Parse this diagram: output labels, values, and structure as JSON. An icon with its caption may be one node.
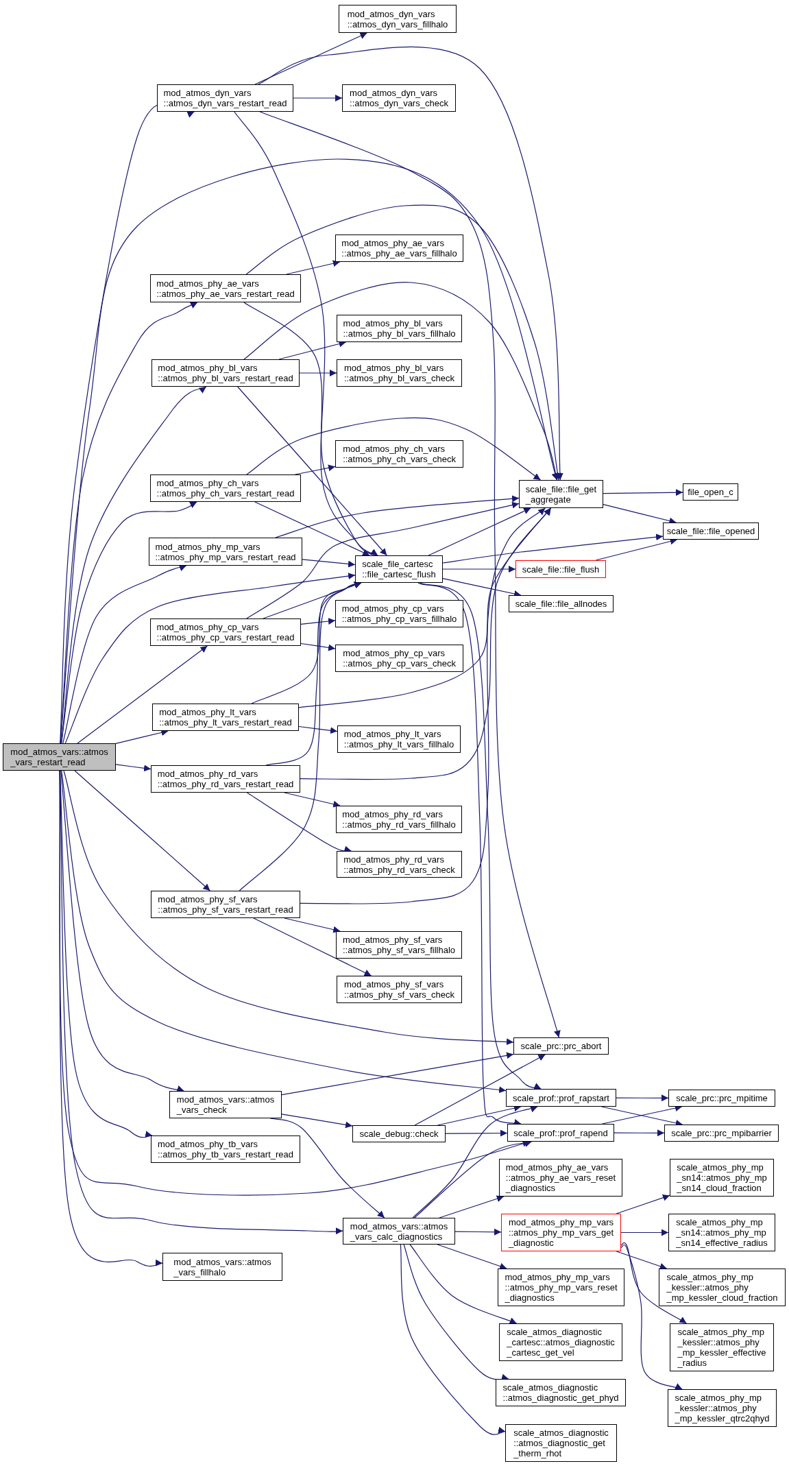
{
  "diagram": {
    "nodes": [
      {
        "text": [
          "mod_atmos_vars::atmos _vars_restart_read"
        ]
      },
      {
        "text": [
          "mod_atmos_dyn_vars ::atmos_dyn_vars_restart_read"
        ]
      },
      {
        "text": [
          "mod_atmos_dyn_vars ::atmos_dyn_vars_fillhalo"
        ]
      },
      {
        "text": [
          "mod_atmos_dyn_vars ::atmos_dyn_vars_check"
        ]
      },
      {
        "text": [
          "mod_atmos_phy_ae_vars ::atmos_phy_ae_vars_restart_read"
        ]
      },
      {
        "text": [
          "mod_atmos_phy_ae_vars ::atmos_phy_ae_vars_fillhalo"
        ]
      },
      {
        "text": [
          "mod_atmos_phy_bl_vars ::atmos_phy_bl_vars_restart_read"
        ]
      },
      {
        "text": [
          "mod_atmos_phy_bl_vars ::atmos_phy_bl_vars_fillhalo"
        ]
      },
      {
        "text": [
          "mod_atmos_phy_bl_vars ::atmos_phy_bl_vars_check"
        ]
      },
      {
        "text": [
          "mod_atmos_phy_ch_vars ::atmos_phy_ch_vars_restart_read"
        ]
      },
      {
        "text": [
          "mod_atmos_phy_ch_vars ::atmos_phy_ch_vars_check"
        ]
      },
      {
        "text": [
          "mod_atmos_phy_mp_vars ::atmos_phy_mp_vars_restart_read"
        ]
      },
      {
        "text": [
          "mod_atmos_phy_cp_vars ::atmos_phy_cp_vars_restart_read"
        ]
      },
      {
        "text": [
          "mod_atmos_phy_cp_vars ::atmos_phy_cp_vars_fillhalo"
        ]
      },
      {
        "text": [
          "mod_atmos_phy_cp_vars ::atmos_phy_cp_vars_check"
        ]
      },
      {
        "text": [
          "mod_atmos_phy_lt_vars ::atmos_phy_lt_vars_restart_read"
        ]
      },
      {
        "text": [
          "mod_atmos_phy_lt_vars ::atmos_phy_lt_vars_fillhalo"
        ]
      },
      {
        "text": [
          "mod_atmos_phy_rd_vars ::atmos_phy_rd_vars_restart_read"
        ]
      },
      {
        "text": [
          "mod_atmos_phy_rd_vars ::atmos_phy_rd_vars_fillhalo"
        ]
      },
      {
        "text": [
          "mod_atmos_phy_rd_vars ::atmos_phy_rd_vars_check"
        ]
      },
      {
        "text": [
          "mod_atmos_phy_sf_vars ::atmos_phy_sf_vars_restart_read"
        ]
      },
      {
        "text": [
          "mod_atmos_phy_sf_vars ::atmos_phy_sf_vars_fillhalo"
        ]
      },
      {
        "text": [
          "mod_atmos_phy_sf_vars ::atmos_phy_sf_vars_check"
        ]
      },
      {
        "text": [
          "mod_atmos_vars::atmos _vars_check"
        ]
      },
      {
        "text": [
          "mod_atmos_phy_tb_vars ::atmos_phy_tb_vars_restart_read"
        ]
      },
      {
        "text": [
          "mod_atmos_vars::atmos _vars_calc_diagnostics"
        ]
      },
      {
        "text": [
          "mod_atmos_vars::atmos _vars_fillhalo"
        ]
      },
      {
        "text": [
          "scale_file_cartesc ::file_cartesc_flush"
        ]
      },
      {
        "text": [
          "scale_file::file_get _aggregate"
        ]
      },
      {
        "text": [
          "file_open_c"
        ]
      },
      {
        "text": [
          "scale_file::file_opened"
        ]
      },
      {
        "text": [
          "scale_file::file_flush"
        ]
      },
      {
        "text": [
          "scale_file::file_allnodes"
        ]
      },
      {
        "text": [
          "scale_prc::prc_abort"
        ]
      },
      {
        "text": [
          "scale_prof::prof_rapstart"
        ]
      },
      {
        "text": [
          "scale_prc::prc_mpitime"
        ]
      },
      {
        "text": [
          "scale_debug::check"
        ]
      },
      {
        "text": [
          "scale_prof::prof_rapend"
        ]
      },
      {
        "text": [
          "scale_prc::prc_mpibarrier"
        ]
      },
      {
        "text": [
          "mod_atmos_phy_ae_vars ::atmos_phy_ae_vars_reset _diagnostics"
        ]
      },
      {
        "text": [
          "mod_atmos_phy_mp_vars ::atmos_phy_mp_vars_get _diagnostic"
        ]
      },
      {
        "text": [
          "scale_atmos_phy_mp _sn14::atmos_phy_mp _sn14_cloud_fraction"
        ]
      },
      {
        "text": [
          "scale_atmos_phy_mp _sn14::atmos_phy_mp _sn14_effective_radius"
        ]
      },
      {
        "text": [
          "scale_atmos_phy_mp _kessler::atmos_phy _mp_kessler_cloud_fraction"
        ]
      },
      {
        "text": [
          "scale_atmos_phy_mp _kessler::atmos_phy _mp_kessler_effective _radius"
        ]
      },
      {
        "text": [
          "scale_atmos_phy_mp _kessler::atmos_phy _mp_kessler_qtrc2qhyd"
        ]
      },
      {
        "text": [
          "mod_atmos_phy_mp_vars ::atmos_phy_mp_vars_reset _diagnostics"
        ]
      },
      {
        "text": [
          "scale_atmos_diagnostic _cartesc::atmos_diagnostic _cartesc_get_vel"
        ]
      },
      {
        "text": [
          "scale_atmos_diagnostic ::atmos_diagnostic_get_phyd"
        ]
      },
      {
        "text": [
          "scale_atmos_diagnostic ::atmos_diagnostic_get _therm_rhot"
        ]
      }
    ],
    "edges": [
      {
        "from": 0,
        "to": 1,
        "arrow": "to"
      },
      {
        "from": 0,
        "to": 28,
        "arrow": "to"
      },
      {
        "from": 0,
        "to": 4,
        "arrow": "to"
      },
      {
        "from": 0,
        "to": 6,
        "arrow": "to"
      },
      {
        "from": 0,
        "to": 9,
        "arrow": "to"
      },
      {
        "from": 0,
        "to": 11,
        "arrow": "to"
      },
      {
        "from": 0,
        "to": 27,
        "arrow": "to"
      },
      {
        "from": 0,
        "to": 12,
        "arrow": "to"
      },
      {
        "from": 0,
        "to": 15,
        "arrow": "to"
      },
      {
        "from": 0,
        "to": 17,
        "arrow": "to"
      },
      {
        "from": 0,
        "to": 20,
        "arrow": "to"
      },
      {
        "from": 0,
        "to": 33,
        "arrow": "to"
      },
      {
        "from": 0,
        "to": 34,
        "arrow": "to"
      },
      {
        "from": 0,
        "to": 23,
        "arrow": "to"
      },
      {
        "from": 0,
        "to": 24,
        "arrow": "to"
      },
      {
        "from": 0,
        "to": 37,
        "arrow": "to"
      },
      {
        "from": 0,
        "to": 25,
        "arrow": "to"
      },
      {
        "from": 0,
        "to": 26,
        "arrow": "to"
      },
      {
        "from": 1,
        "to": 2,
        "arrow": "to"
      },
      {
        "from": 1,
        "to": 3,
        "arrow": "to"
      },
      {
        "from": 1,
        "to": 28,
        "arrow": "to"
      },
      {
        "from": 1,
        "to": 27,
        "arrow": "to"
      },
      {
        "from": 1,
        "to": 33,
        "arrow": "to"
      },
      {
        "from": 4,
        "to": 5,
        "arrow": "to"
      },
      {
        "from": 4,
        "to": 28,
        "arrow": "to"
      },
      {
        "from": 4,
        "to": 27,
        "arrow": "to"
      },
      {
        "from": 6,
        "to": 7,
        "arrow": "to"
      },
      {
        "from": 6,
        "to": 8,
        "arrow": "to"
      },
      {
        "from": 6,
        "to": 28,
        "arrow": "to"
      },
      {
        "from": 6,
        "to": 27,
        "arrow": "to"
      },
      {
        "from": 9,
        "to": 10,
        "arrow": "to"
      },
      {
        "from": 9,
        "to": 28,
        "arrow": "to"
      },
      {
        "from": 9,
        "to": 27,
        "arrow": "to"
      },
      {
        "from": 11,
        "to": 28,
        "arrow": "to"
      },
      {
        "from": 11,
        "to": 27,
        "arrow": "to"
      },
      {
        "from": 12,
        "to": 13,
        "arrow": "to"
      },
      {
        "from": 12,
        "to": 14,
        "arrow": "to"
      },
      {
        "from": 12,
        "to": 27,
        "arrow": "to"
      },
      {
        "from": 12,
        "to": 28,
        "arrow": "to"
      },
      {
        "from": 15,
        "to": 16,
        "arrow": "to"
      },
      {
        "from": 15,
        "to": 27,
        "arrow": "to"
      },
      {
        "from": 15,
        "to": 28,
        "arrow": "to"
      },
      {
        "from": 17,
        "to": 18,
        "arrow": "to"
      },
      {
        "from": 17,
        "to": 19,
        "arrow": "to"
      },
      {
        "from": 17,
        "to": 27,
        "arrow": "to"
      },
      {
        "from": 17,
        "to": 28,
        "arrow": "to"
      },
      {
        "from": 20,
        "to": 21,
        "arrow": "to"
      },
      {
        "from": 20,
        "to": 22,
        "arrow": "to"
      },
      {
        "from": 20,
        "to": 27,
        "arrow": "to"
      },
      {
        "from": 20,
        "to": 28,
        "arrow": "to"
      },
      {
        "from": 27,
        "to": 28,
        "arrow": "to"
      },
      {
        "from": 27,
        "to": 30,
        "arrow": "to"
      },
      {
        "from": 27,
        "to": 31,
        "arrow": "to"
      },
      {
        "from": 27,
        "to": 32,
        "arrow": "to"
      },
      {
        "from": 27,
        "to": 34,
        "arrow": "to"
      },
      {
        "from": 27,
        "to": 37,
        "arrow": "to"
      },
      {
        "from": 28,
        "to": 29,
        "arrow": "to"
      },
      {
        "from": 28,
        "to": 30,
        "arrow": "to"
      },
      {
        "from": 31,
        "to": 30,
        "arrow": "to"
      },
      {
        "from": 23,
        "to": 33,
        "arrow": "to"
      },
      {
        "from": 23,
        "to": 36,
        "arrow": "to"
      },
      {
        "from": 23,
        "to": 25,
        "arrow": "to"
      },
      {
        "from": 36,
        "to": 33,
        "arrow": "to"
      },
      {
        "from": 36,
        "to": 34,
        "arrow": "to"
      },
      {
        "from": 36,
        "to": 37,
        "arrow": "to"
      },
      {
        "from": 34,
        "to": 35,
        "arrow": "to"
      },
      {
        "from": 34,
        "to": 38,
        "arrow": "to"
      },
      {
        "from": 37,
        "to": 35,
        "arrow": "to"
      },
      {
        "from": 37,
        "to": 38,
        "arrow": "to"
      },
      {
        "from": 25,
        "to": 34,
        "arrow": "to"
      },
      {
        "from": 25,
        "to": 37,
        "arrow": "to"
      },
      {
        "from": 25,
        "to": 39,
        "arrow": "to"
      },
      {
        "from": 25,
        "to": 40,
        "arrow": "to"
      },
      {
        "from": 25,
        "to": 46,
        "arrow": "to"
      },
      {
        "from": 25,
        "to": 47,
        "arrow": "to"
      },
      {
        "from": 25,
        "to": 48,
        "arrow": "to"
      },
      {
        "from": 25,
        "to": 49,
        "arrow": "to"
      },
      {
        "from": 40,
        "to": 41,
        "arrow": "to"
      },
      {
        "from": 40,
        "to": 42,
        "arrow": "to"
      },
      {
        "from": 40,
        "to": 43,
        "arrow": "to"
      },
      {
        "from": 40,
        "to": 44,
        "arrow": "to"
      },
      {
        "from": 40,
        "to": 45,
        "arrow": "to"
      }
    ]
  }
}
